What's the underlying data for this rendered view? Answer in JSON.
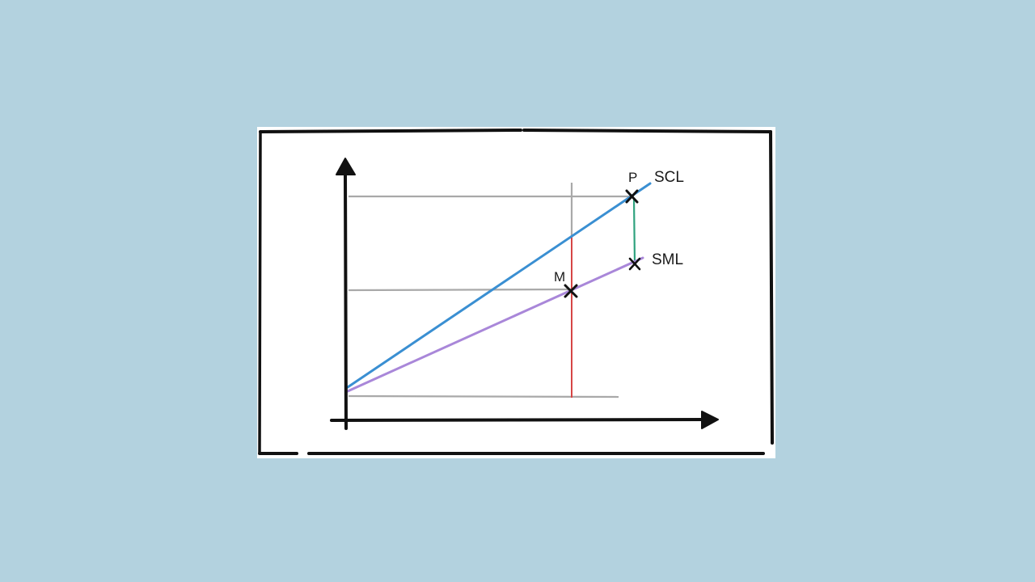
{
  "colors": {
    "background": "#b3d2df",
    "card": "#ffffff",
    "frame": "#111111",
    "axes": "#111111",
    "guides": "#a9a9a9",
    "scl_line": "#3a8fd2",
    "sml_line": "#a987d9",
    "market_vertical": "#d64646",
    "gap_segment": "#2fa27e"
  },
  "lines": {
    "scl": {
      "label": "SCL"
    },
    "sml": {
      "label": "SML"
    }
  },
  "points": {
    "p": {
      "label": "P",
      "marker": "x-mark-icon"
    },
    "m": {
      "label": "M",
      "marker": "x-mark-icon"
    }
  },
  "axes": {
    "x": {
      "arrow": "arrow-right-icon"
    },
    "y": {
      "arrow": "arrow-up-icon"
    }
  }
}
